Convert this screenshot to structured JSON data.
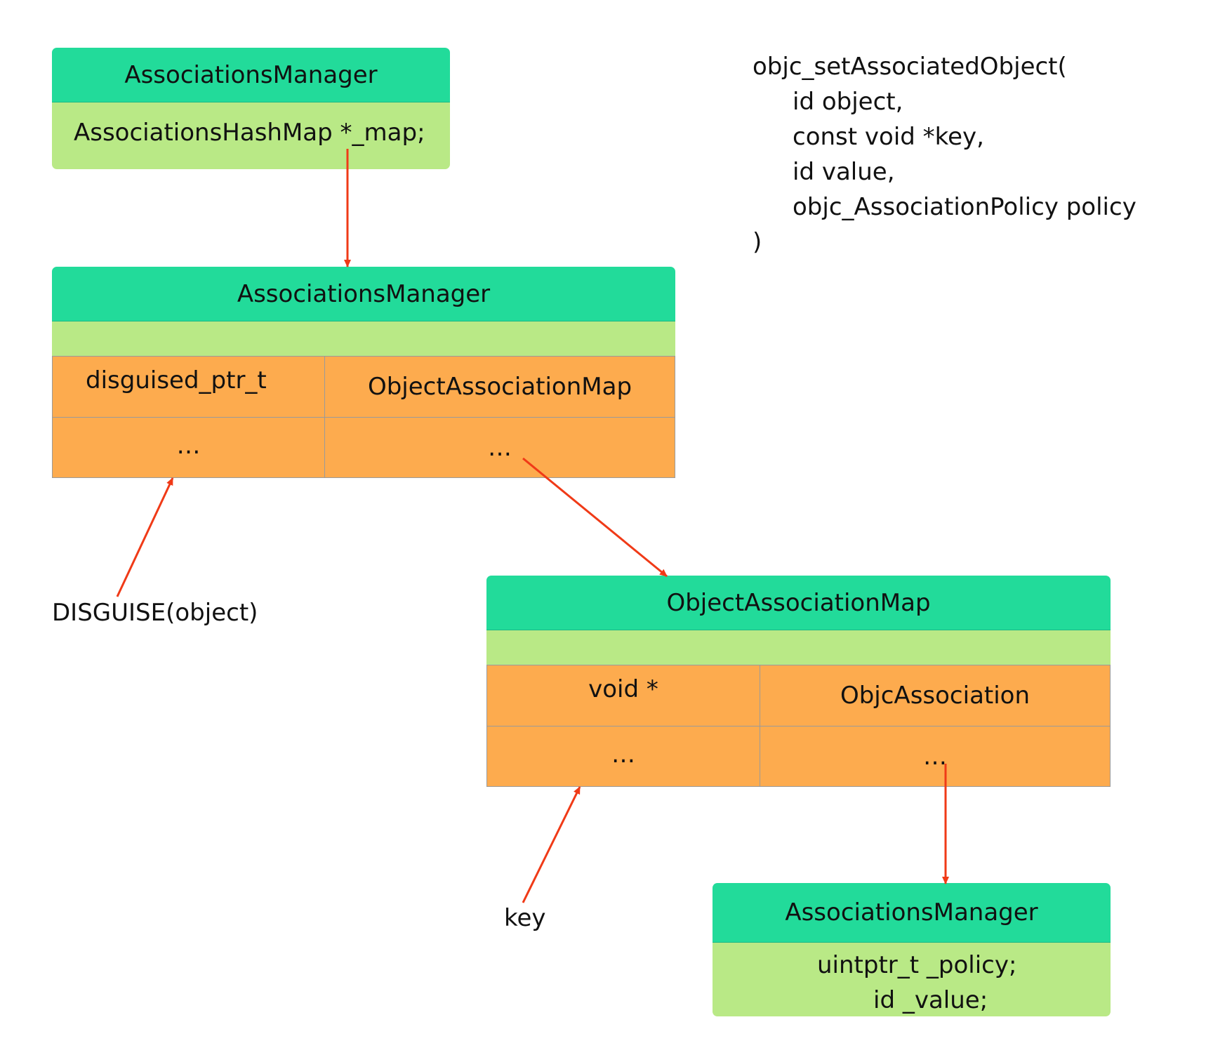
{
  "box1": {
    "header": "AssociationsManager",
    "body": "AssociationsHashMap *_map;"
  },
  "box2": {
    "header": "AssociationsManager",
    "cells": {
      "r1c1": "disguised_ptr_t",
      "r1c2": "ObjectAssociationMap",
      "r2c1": "…",
      "r2c2": "…"
    }
  },
  "box3": {
    "header": "ObjectAssociationMap",
    "cells": {
      "r1c1": "void *",
      "r1c2": "ObjcAssociation",
      "r2c1": "…",
      "r2c2": "…"
    }
  },
  "box4": {
    "header": "AssociationsManager",
    "line1": "uintptr_t _policy;",
    "line2": "id _value;"
  },
  "labels": {
    "disguise": "DISGUISE(object)",
    "key": "key"
  },
  "code": {
    "line1": "objc_setAssociatedObject(",
    "line2": "id object,",
    "line3": "const void *key,",
    "line4": "id value,",
    "line5": "objc_AssociationPolicy policy",
    "line6": ")"
  },
  "colors": {
    "header": "#22db9a",
    "body": "#b9e986",
    "cell": "#fdab4e",
    "arrow": "#f03a17"
  }
}
